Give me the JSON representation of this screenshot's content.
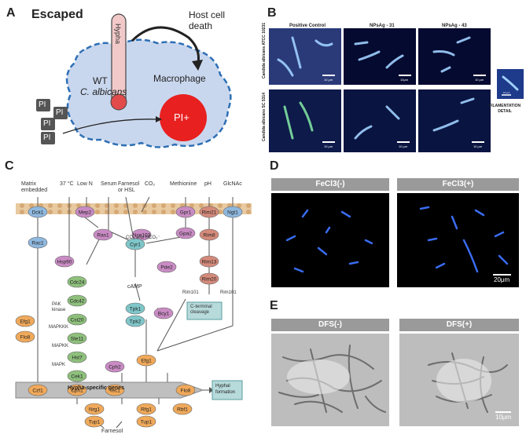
{
  "panels": {
    "A": {
      "letter": "A",
      "title": "Escaped",
      "hypha_label": "Hypha",
      "host_death": "Host cell\ndeath",
      "wt_label": "WT",
      "species": "C. albicans",
      "macrophage": "Macrophage",
      "pi_label": "PI",
      "pi_plus": "PI+"
    },
    "B": {
      "letter": "B",
      "col_headers": [
        "Positive Control",
        "NPsAg - 31",
        "NPsAg - 43"
      ],
      "row_labels": [
        "Candida albicans ATCC 10231",
        "Candida albicans SC 5314"
      ],
      "scale_labels": [
        [
          "10 μm",
          "10μm",
          "10 μm"
        ],
        [
          "10 μm",
          "10 μm",
          "10 μm"
        ]
      ],
      "detail_scale": "10 μm",
      "detail_label": "FILAMENTATION\nDETAIL"
    },
    "C": {
      "letter": "C",
      "signals": [
        "Matrix\nembedded",
        "37 °C",
        "Low N",
        "Serum",
        "Farnesol\nor HSL",
        "CO₂",
        "Methionine",
        "pH",
        "GlcNAc"
      ],
      "nodes": {
        "dck1": "Dck1",
        "rac1": "Rac1",
        "hsp90": "Hsp90",
        "mep2": "Mep2",
        "ras1": "Ras1",
        "gpr1": "Gpr1",
        "rim21": "Rim21",
        "ngt1": "Ngt1",
        "nce103": "Nce103",
        "gpa2": "Gpa2",
        "cyr1": "Cyr1",
        "rim8": "Rim8",
        "cdc24": "Cdc24",
        "cdc42": "Cdc42",
        "cst20": "Cst20",
        "ste11": "Ste11",
        "hst7": "Hst7",
        "cek1": "Cek1",
        "cph1": "Cph1",
        "pde2": "Pde2",
        "tpk1": "Tpk1",
        "tpk2": "Tpk2",
        "bcy1": "Bcy1",
        "rim13": "Rim13",
        "rim20": "Rim20",
        "efg1_left": "Efg1",
        "flo8_left": "Flo8",
        "czf1": "Czf1",
        "cph2": "Cph2",
        "tec1": "Tec1",
        "efg1": "Efg1",
        "flo8": "Flo8",
        "nrg1": "Nrg1",
        "tup1_a": "Tup1",
        "rfg1": "Rfg1",
        "tup1_b": "Tup1",
        "rbf1": "Rbf1"
      },
      "text": {
        "co2_hco3": "CO₂ and HCO₃⁻",
        "camp": "cAMP",
        "rim101": "Rim101",
        "rim101b": "Rim101",
        "cterm": "C-terminal\ncleavage",
        "pak": "PAK\nkinase",
        "mapkkk": "MAPKKK",
        "mapkk": "MAPKK",
        "mapk": "MAPK",
        "hypha_genes": "Hypha-specific genes",
        "hyphal_formation": "Hyphal\nformation",
        "farnesol": "Farnesol"
      },
      "colors": {
        "green": "#8ec07c",
        "purple": "#c98bc4",
        "orange": "#f0a95a",
        "blue": "#8fb8de",
        "teal": "#7fc6c9",
        "red": "#d48a7a"
      }
    },
    "D": {
      "letter": "D",
      "headers": [
        "FeCl3(-)",
        "FeCl3(+)"
      ],
      "scale": "20μm"
    },
    "E": {
      "letter": "E",
      "headers": [
        "DFS(-)",
        "DFS(+)"
      ],
      "scale": "10μm"
    }
  }
}
